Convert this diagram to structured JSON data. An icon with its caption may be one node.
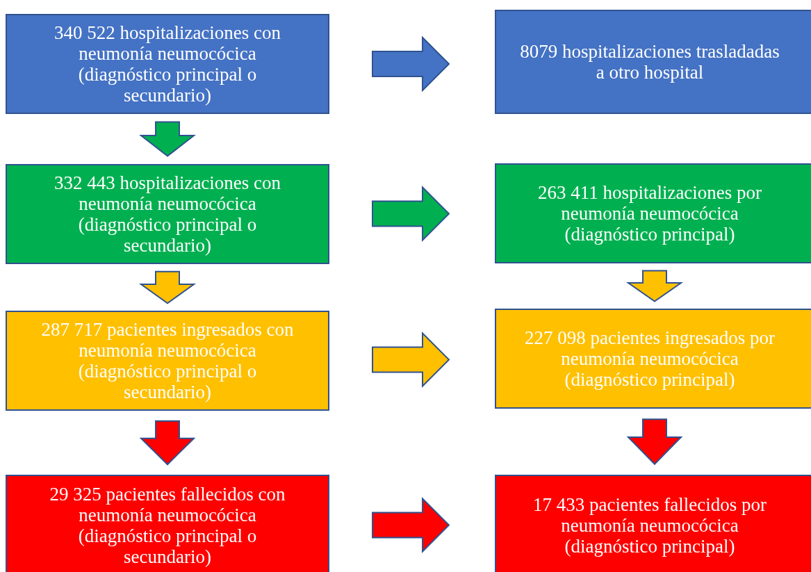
{
  "diagram": {
    "nodes": [
      {
        "text": [
          "340 522 hospitalizaciones con neumonía neumocócica (diagnóstico principal o secundario)"
        ]
      },
      {
        "text": [
          "8079 hospitalizaciones trasladadas a otro hospital"
        ]
      },
      {
        "text": [
          "332 443 hospitalizaciones con neumonía neumocócica (diagnóstico principal o secundario)"
        ]
      },
      {
        "text": [
          "263 411 hospitalizaciones por neumonía neumocócica (diagnóstico principal)"
        ]
      },
      {
        "text": [
          "287 717 pacientes ingresados con neumonía neumocócica (diagnóstico principal o secundario)"
        ]
      },
      {
        "text": [
          "227 098 pacientes ingresados por neumonía neumocócica (diagnóstico principal)"
        ]
      },
      {
        "text": [
          "29 325 pacientes fallecidos con neumonía neumocócica (diagnóstico principal o secundario)"
        ]
      },
      {
        "text": [
          "17 433 pacientes fallecidos por neumonía neumocócica (diagnóstico principal)"
        ]
      }
    ],
    "edges": [
      {
        "from": 0,
        "to": 1,
        "arrow": "to",
        "style": "thick",
        "color": "#4472c4"
      },
      {
        "from": 0,
        "to": 2,
        "arrow": "to",
        "style": "thick",
        "color": "#00b050"
      },
      {
        "from": 2,
        "to": 3,
        "arrow": "to",
        "style": "thick",
        "color": "#00b050"
      },
      {
        "from": 2,
        "to": 4,
        "arrow": "to",
        "style": "thick",
        "color": "#ffc000"
      },
      {
        "from": 3,
        "to": 5,
        "arrow": "to",
        "style": "thick",
        "color": "#ffc000"
      },
      {
        "from": 4,
        "to": 5,
        "arrow": "to",
        "style": "thick",
        "color": "#ffc000"
      },
      {
        "from": 4,
        "to": 6,
        "arrow": "to",
        "style": "thick",
        "color": "#ff0000"
      },
      {
        "from": 5,
        "to": 7,
        "arrow": "to",
        "style": "thick",
        "color": "#ff0000"
      },
      {
        "from": 6,
        "to": 7,
        "arrow": "to",
        "style": "thick",
        "color": "#ff0000"
      }
    ]
  }
}
